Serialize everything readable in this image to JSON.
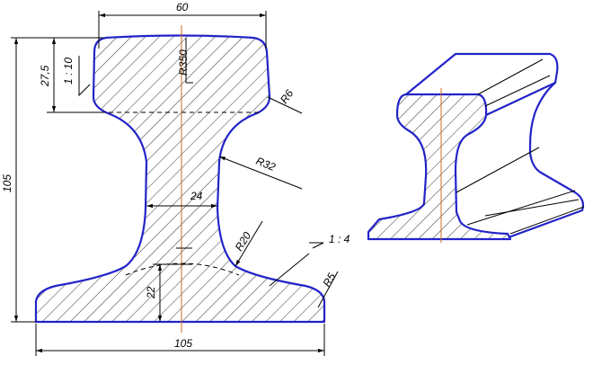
{
  "drawing": {
    "dimensions": {
      "top_width": "60",
      "bottom_width": "105",
      "total_height": "105",
      "head_height": "27,5",
      "head_slope": "1 : 10",
      "web_width": "24",
      "base_height": "22",
      "base_slope": "1 : 4",
      "radius_head_top": "R350",
      "radius_head_corner": "R6",
      "radius_web_upper": "R32",
      "radius_web_lower": "R20",
      "radius_base_edge": "R5"
    }
  }
}
